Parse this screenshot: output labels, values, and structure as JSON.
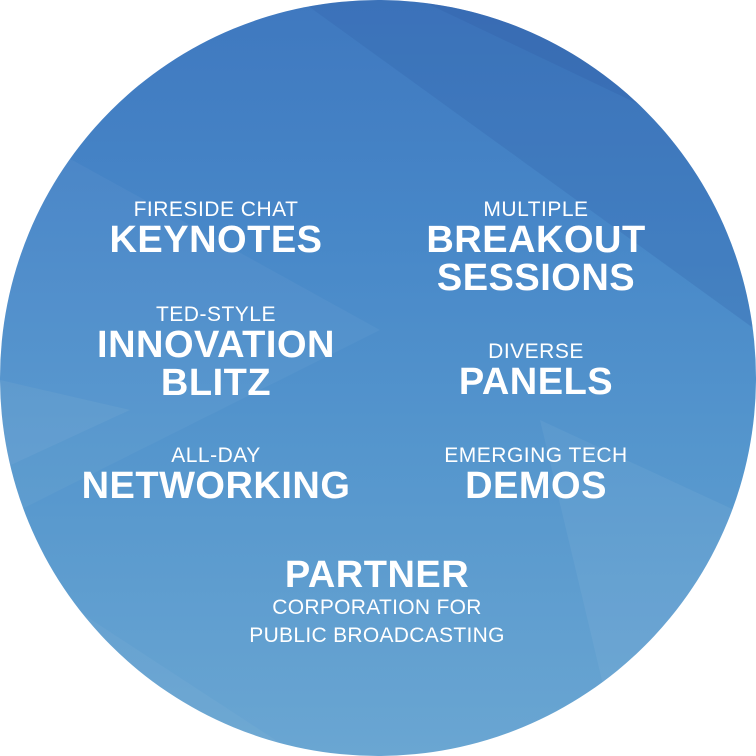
{
  "colors": {
    "circle_top": "#3f78bf",
    "circle_bottom": "#6aa6d2",
    "text": "#ffffff"
  },
  "items": [
    {
      "small": "FIRESIDE CHAT",
      "big": [
        "KEYNOTES"
      ]
    },
    {
      "small": "MULTIPLE",
      "big": [
        "BREAKOUT",
        "SESSIONS"
      ]
    },
    {
      "small": "TED-STYLE",
      "big": [
        "INNOVATION",
        "BLITZ"
      ]
    },
    {
      "small": "DIVERSE",
      "big": [
        "PANELS"
      ]
    },
    {
      "small": "ALL-DAY",
      "big": [
        "NETWORKING"
      ]
    },
    {
      "small": "EMERGING TECH",
      "big": [
        "DEMOS"
      ]
    }
  ],
  "partner": {
    "heading": "PARTNER",
    "lines": [
      "CORPORATION FOR",
      "PUBLIC BROADCASTING"
    ]
  }
}
